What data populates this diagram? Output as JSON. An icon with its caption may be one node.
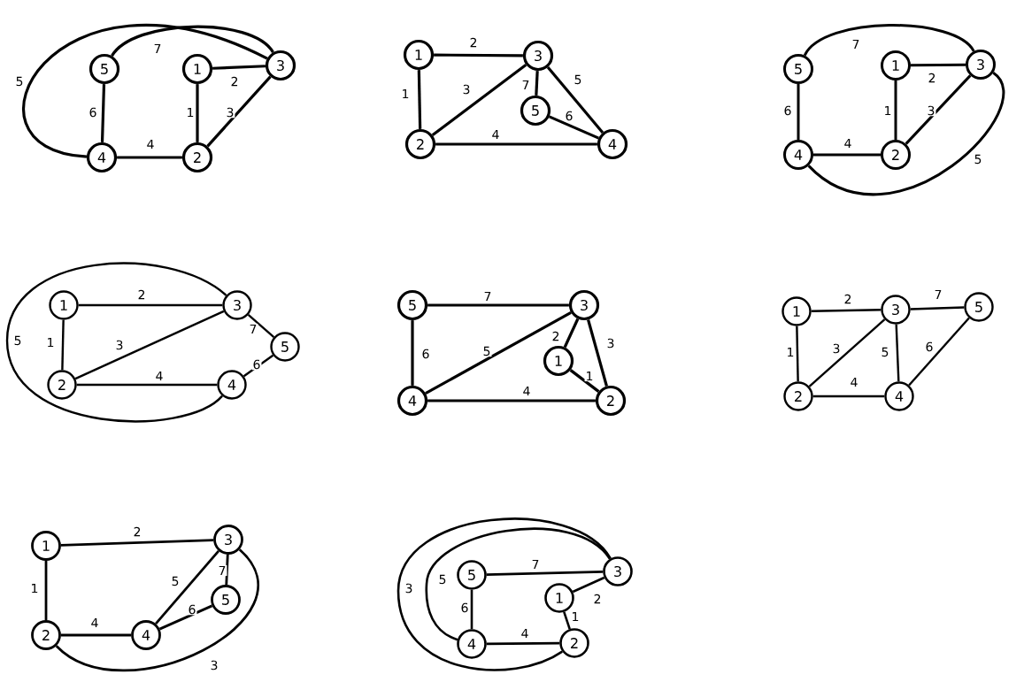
{
  "diagram": {
    "nodes": [
      {
        "text": [
          "1"
        ]
      },
      {
        "text": [
          "2"
        ]
      },
      {
        "text": [
          "3"
        ]
      },
      {
        "text": [
          "4"
        ]
      },
      {
        "text": [
          "5"
        ]
      },
      {
        "text": [
          "1"
        ]
      },
      {
        "text": [
          "2"
        ]
      },
      {
        "text": [
          "3"
        ]
      },
      {
        "text": [
          "4"
        ]
      },
      {
        "text": [
          "5"
        ]
      },
      {
        "text": [
          "1"
        ]
      },
      {
        "text": [
          "2"
        ]
      },
      {
        "text": [
          "3"
        ]
      },
      {
        "text": [
          "4"
        ]
      },
      {
        "text": [
          "5"
        ]
      },
      {
        "text": [
          "1"
        ]
      },
      {
        "text": [
          "2"
        ]
      },
      {
        "text": [
          "3"
        ]
      },
      {
        "text": [
          "4"
        ]
      },
      {
        "text": [
          "5"
        ]
      },
      {
        "text": [
          "1"
        ]
      },
      {
        "text": [
          "2"
        ]
      },
      {
        "text": [
          "3"
        ]
      },
      {
        "text": [
          "4"
        ]
      },
      {
        "text": [
          "5"
        ]
      },
      {
        "text": [
          "1"
        ]
      },
      {
        "text": [
          "2"
        ]
      },
      {
        "text": [
          "3"
        ]
      },
      {
        "text": [
          "4"
        ]
      },
      {
        "text": [
          "5"
        ]
      },
      {
        "text": [
          "1"
        ]
      },
      {
        "text": [
          "2"
        ]
      },
      {
        "text": [
          "3"
        ]
      },
      {
        "text": [
          "4"
        ]
      },
      {
        "text": [
          "5"
        ]
      },
      {
        "text": [
          "1"
        ]
      },
      {
        "text": [
          "2"
        ]
      },
      {
        "text": [
          "3"
        ]
      },
      {
        "text": [
          "4"
        ]
      },
      {
        "text": [
          "5"
        ]
      }
    ],
    "edges": [
      {
        "from": 0,
        "to": 1,
        "arrow": "none",
        "label": "1"
      },
      {
        "from": 0,
        "to": 2,
        "arrow": "none",
        "label": "2"
      },
      {
        "from": 1,
        "to": 2,
        "arrow": "none",
        "label": "3"
      },
      {
        "from": 3,
        "to": 1,
        "arrow": "none",
        "label": "4"
      },
      {
        "from": 3,
        "to": 2,
        "arrow": "none",
        "label": "5"
      },
      {
        "from": 4,
        "to": 3,
        "arrow": "none",
        "label": "6"
      },
      {
        "from": 4,
        "to": 2,
        "arrow": "none",
        "label": "7"
      },
      {
        "from": 5,
        "to": 6,
        "arrow": "none",
        "label": "1"
      },
      {
        "from": 5,
        "to": 7,
        "arrow": "none",
        "label": "2"
      },
      {
        "from": 6,
        "to": 7,
        "arrow": "none",
        "label": "3"
      },
      {
        "from": 6,
        "to": 8,
        "arrow": "none",
        "label": "4"
      },
      {
        "from": 7,
        "to": 8,
        "arrow": "none",
        "label": "5"
      },
      {
        "from": 9,
        "to": 8,
        "arrow": "none",
        "label": "6"
      },
      {
        "from": 7,
        "to": 9,
        "arrow": "none",
        "label": "7"
      },
      {
        "from": 10,
        "to": 11,
        "arrow": "none",
        "label": "1"
      },
      {
        "from": 10,
        "to": 12,
        "arrow": "none",
        "label": "2"
      },
      {
        "from": 11,
        "to": 12,
        "arrow": "none",
        "label": "3"
      },
      {
        "from": 13,
        "to": 11,
        "arrow": "none",
        "label": "4"
      },
      {
        "from": 12,
        "to": 13,
        "arrow": "none",
        "label": "5"
      },
      {
        "from": 14,
        "to": 13,
        "arrow": "none",
        "label": "6"
      },
      {
        "from": 14,
        "to": 12,
        "arrow": "none",
        "label": "7"
      },
      {
        "from": 15,
        "to": 16,
        "arrow": "none",
        "label": "1"
      },
      {
        "from": 15,
        "to": 17,
        "arrow": "none",
        "label": "2"
      },
      {
        "from": 16,
        "to": 17,
        "arrow": "none",
        "label": "3"
      },
      {
        "from": 16,
        "to": 18,
        "arrow": "none",
        "label": "4"
      },
      {
        "from": 17,
        "to": 18,
        "arrow": "none",
        "label": "5"
      },
      {
        "from": 18,
        "to": 19,
        "arrow": "none",
        "label": "6"
      },
      {
        "from": 17,
        "to": 19,
        "arrow": "none",
        "label": "7"
      },
      {
        "from": 20,
        "to": 21,
        "arrow": "none",
        "label": "1"
      },
      {
        "from": 20,
        "to": 22,
        "arrow": "none",
        "label": "2"
      },
      {
        "from": 22,
        "to": 21,
        "arrow": "none",
        "label": "3"
      },
      {
        "from": 23,
        "to": 21,
        "arrow": "none",
        "label": "4"
      },
      {
        "from": 23,
        "to": 22,
        "arrow": "none",
        "label": "5"
      },
      {
        "from": 24,
        "to": 23,
        "arrow": "none",
        "label": "6"
      },
      {
        "from": 24,
        "to": 22,
        "arrow": "none",
        "label": "7"
      },
      {
        "from": 25,
        "to": 26,
        "arrow": "none",
        "label": "1"
      },
      {
        "from": 25,
        "to": 27,
        "arrow": "none",
        "label": "2"
      },
      {
        "from": 26,
        "to": 27,
        "arrow": "none",
        "label": "3"
      },
      {
        "from": 26,
        "to": 28,
        "arrow": "none",
        "label": "4"
      },
      {
        "from": 27,
        "to": 28,
        "arrow": "none",
        "label": "5"
      },
      {
        "from": 28,
        "to": 29,
        "arrow": "none",
        "label": "6"
      },
      {
        "from": 27,
        "to": 29,
        "arrow": "none",
        "label": "7"
      },
      {
        "from": 30,
        "to": 31,
        "arrow": "none",
        "label": "1"
      },
      {
        "from": 30,
        "to": 32,
        "arrow": "none",
        "label": "2"
      },
      {
        "from": 31,
        "to": 32,
        "arrow": "none",
        "label": "3"
      },
      {
        "from": 31,
        "to": 33,
        "arrow": "none",
        "label": "4"
      },
      {
        "from": 33,
        "to": 32,
        "arrow": "none",
        "label": "5"
      },
      {
        "from": 33,
        "to": 34,
        "arrow": "none",
        "label": "6"
      },
      {
        "from": 32,
        "to": 34,
        "arrow": "none",
        "label": "7"
      },
      {
        "from": 35,
        "to": 36,
        "arrow": "none",
        "label": "1"
      },
      {
        "from": 35,
        "to": 37,
        "arrow": "none",
        "label": "2"
      },
      {
        "from": 36,
        "to": 37,
        "arrow": "none",
        "label": "3"
      },
      {
        "from": 38,
        "to": 36,
        "arrow": "none",
        "label": "4"
      },
      {
        "from": 38,
        "to": 37,
        "arrow": "none",
        "label": "5"
      },
      {
        "from": 39,
        "to": 38,
        "arrow": "none",
        "label": "6"
      },
      {
        "from": 39,
        "to": 37,
        "arrow": "none",
        "label": "7"
      }
    ]
  }
}
